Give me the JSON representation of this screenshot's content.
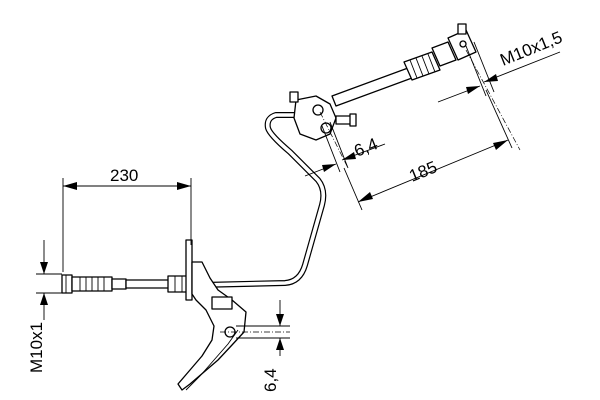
{
  "dimensions": {
    "length_left": "230",
    "length_right": "185",
    "thread_left": "M10x1",
    "thread_right": "M10x1,5",
    "hole_top": "6,4",
    "hole_bottom": "6,4"
  },
  "colors": {
    "stroke": "#000000",
    "background": "#ffffff"
  }
}
